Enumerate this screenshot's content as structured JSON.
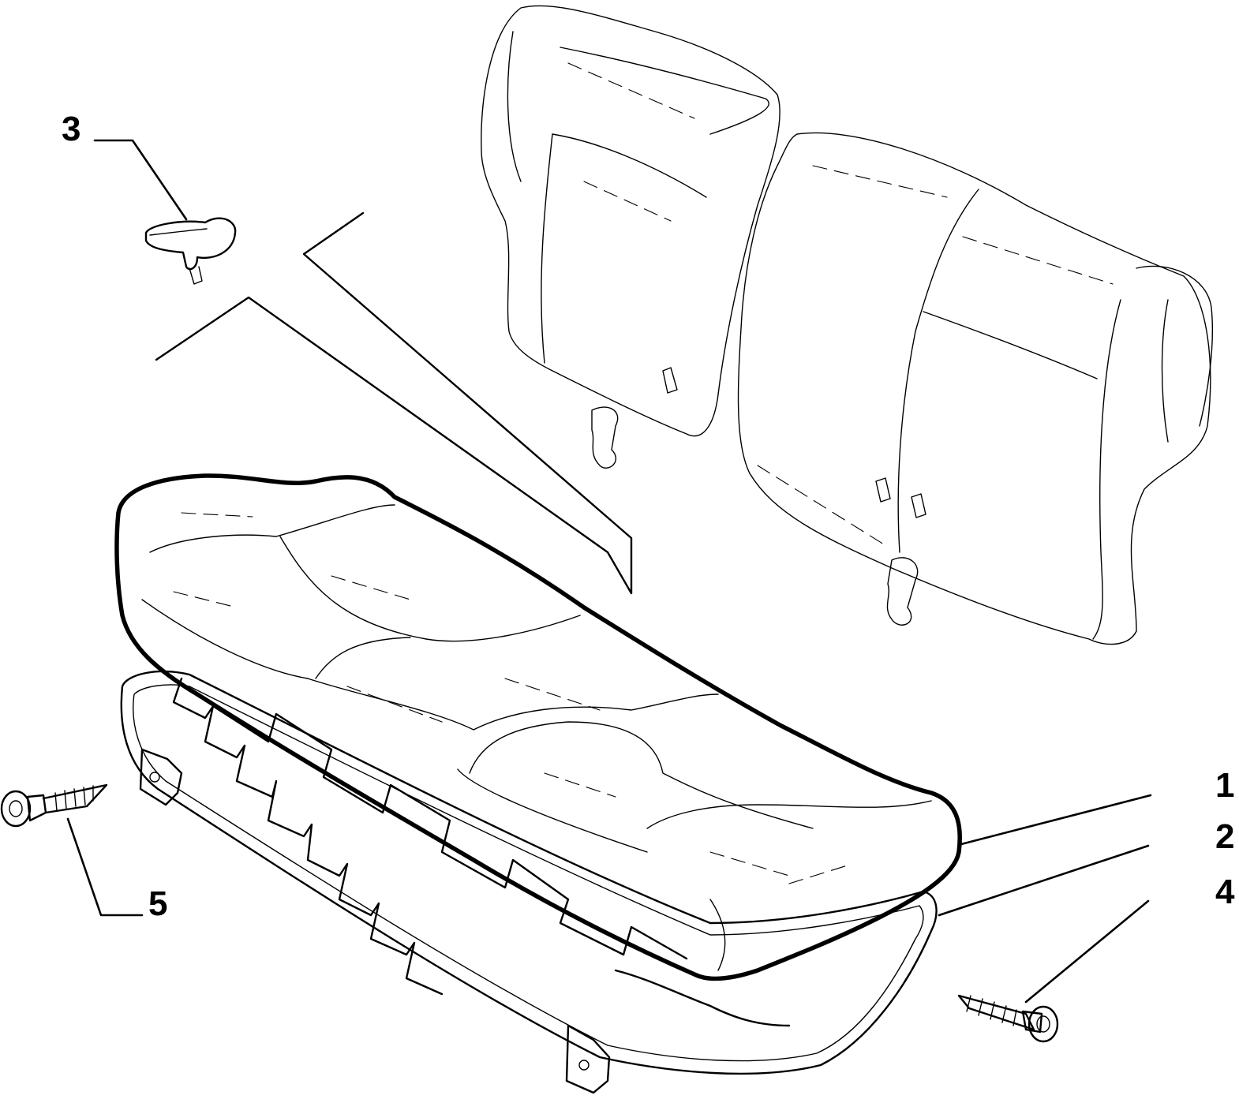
{
  "diagram": {
    "callouts": [
      {
        "id": "1",
        "label": "1"
      },
      {
        "id": "2",
        "label": "2"
      },
      {
        "id": "3",
        "label": "3"
      },
      {
        "id": "4",
        "label": "4"
      },
      {
        "id": "5",
        "label": "5"
      }
    ],
    "parts": [
      {
        "callout": "1",
        "icon": "seat-cushion-icon"
      },
      {
        "callout": "2",
        "icon": "seat-frame-icon"
      },
      {
        "callout": "3",
        "icon": "strap-clip-icon"
      },
      {
        "callout": "4",
        "icon": "screw-icon"
      },
      {
        "callout": "5",
        "icon": "screw-icon"
      }
    ]
  }
}
